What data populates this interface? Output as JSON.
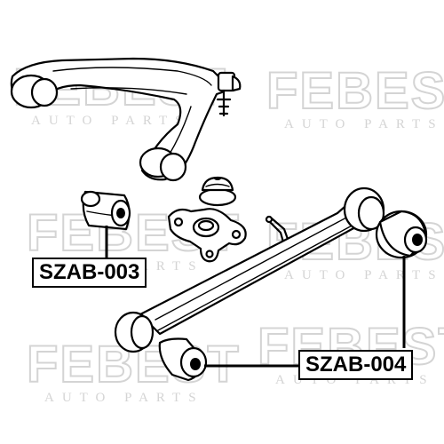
{
  "watermark": {
    "logo_text": "FEBEST",
    "sub_text": "AUTO PARTS"
  },
  "labels": {
    "front_bushing": "SZAB-003",
    "rear_bushing": "SZAB-004"
  },
  "colors": {
    "ink": "#000000",
    "watermark": "#d4d4d4",
    "background": "#ffffff"
  }
}
